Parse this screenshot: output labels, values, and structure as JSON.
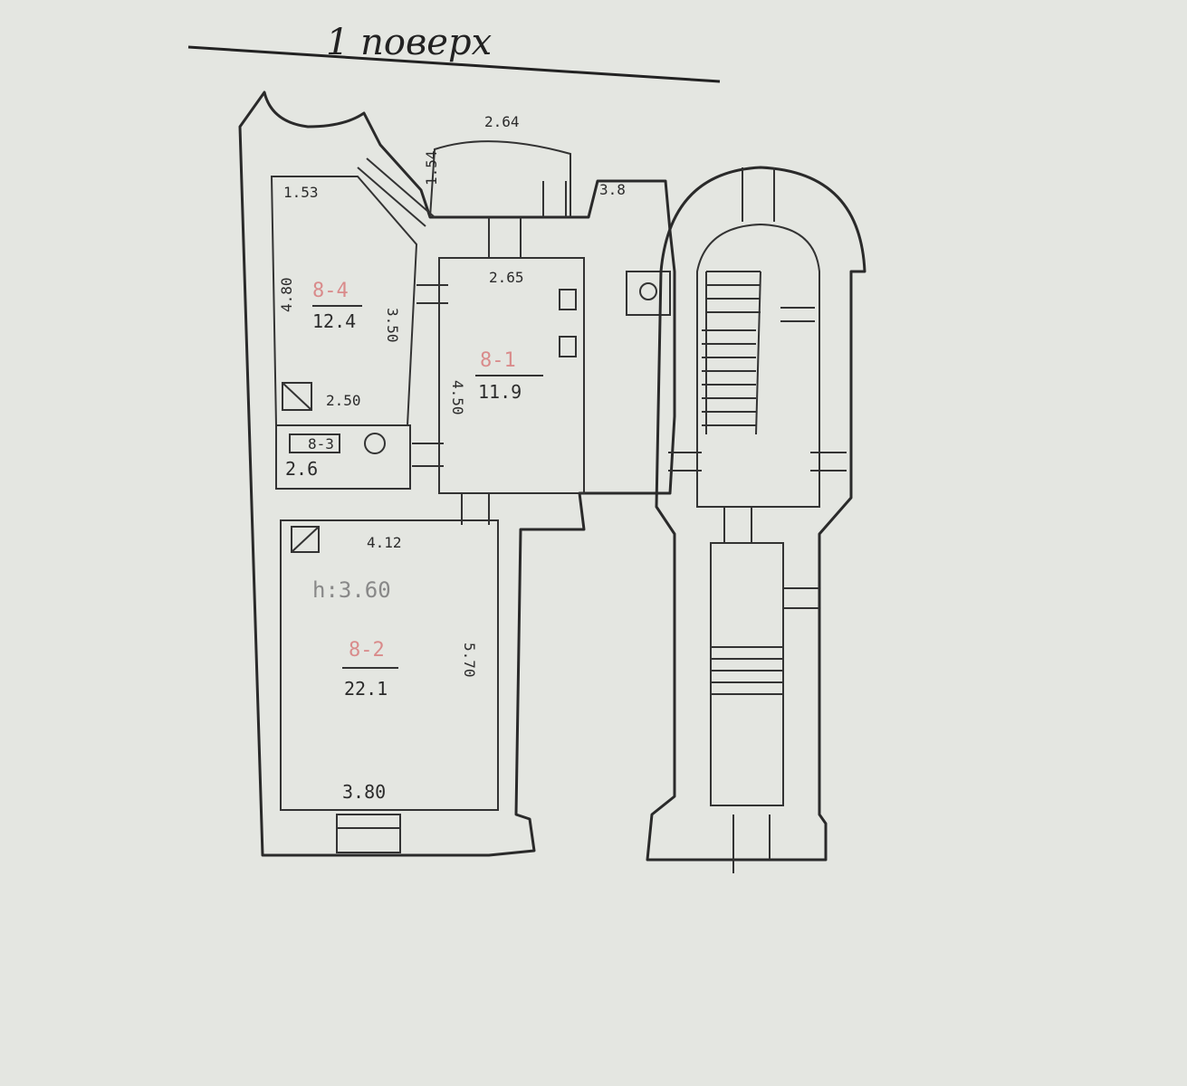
{
  "title": "1 поверх",
  "rooms": [
    {
      "id": "8-4",
      "area": "12.4"
    },
    {
      "id": "8-1",
      "area": "11.9"
    },
    {
      "id": "8-3",
      "area": "2.6"
    },
    {
      "id": "8-2",
      "area": "22.1"
    }
  ],
  "dimensions": {
    "top_264": "2.64",
    "top_38": "3.8",
    "left_153": "1.53",
    "side_154": "1.54",
    "side_480": "4.80",
    "side_350": "3.50",
    "mid_250": "2.50",
    "room1_265": "2.65",
    "room1_450": "4.50",
    "room2_412": "4.12",
    "room2_570": "5.70",
    "room2_380": "3.80"
  },
  "height_label": "h:3.60",
  "colors": {
    "room_id": "#d98b8b",
    "ink": "#2a2a2a",
    "paper": "#e4e6e1"
  }
}
